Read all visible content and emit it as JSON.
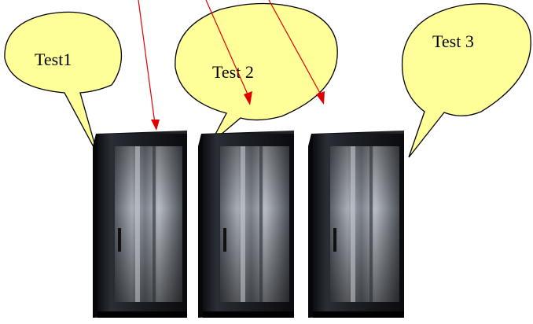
{
  "colors": {
    "callout_fill": "#ffff99",
    "callout_stroke": "#000000",
    "arrow": "#e00000",
    "rack_body": "#1a1d22",
    "rack_glass": "#9aa1aa"
  },
  "callouts": [
    {
      "id": "test1",
      "label": "Test1"
    },
    {
      "id": "test2",
      "label": "Test 2"
    },
    {
      "id": "test3",
      "label": "Test 3"
    }
  ],
  "racks": [
    {
      "id": "rack-1",
      "icon": "server-rack-icon"
    },
    {
      "id": "rack-2",
      "icon": "server-rack-icon"
    },
    {
      "id": "rack-3",
      "icon": "server-rack-icon"
    }
  ],
  "arrows": [
    {
      "id": "arrow-1",
      "icon": "arrow-icon"
    },
    {
      "id": "arrow-2",
      "icon": "arrow-icon"
    },
    {
      "id": "arrow-3",
      "icon": "arrow-icon"
    }
  ]
}
